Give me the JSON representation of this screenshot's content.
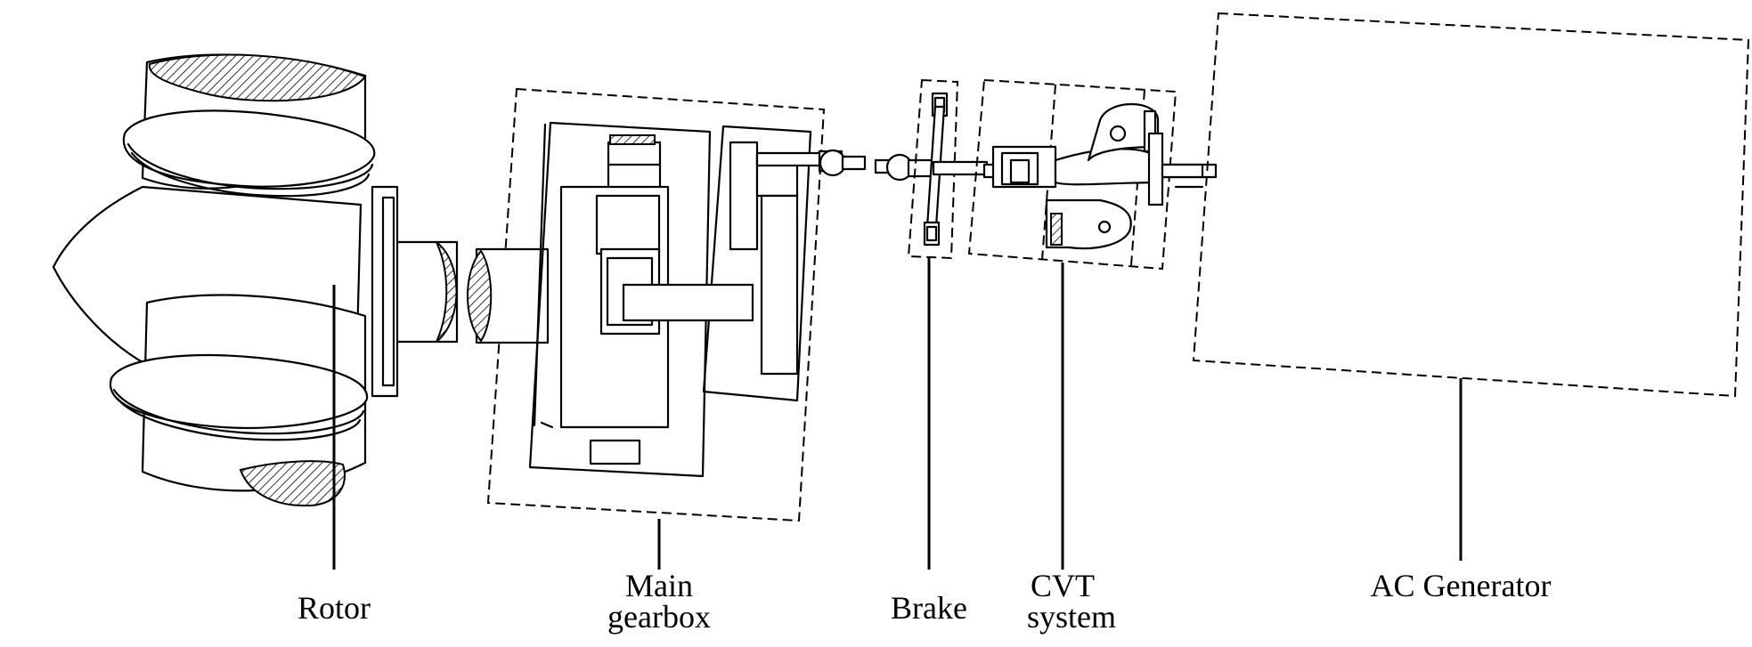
{
  "labels": {
    "rotor": "Rotor",
    "main_gearbox_line1": "Main",
    "main_gearbox_line2": "gearbox",
    "brake": "Brake",
    "cvt_line1": "CVT",
    "cvt_line2": "system",
    "ac_generator": "AC Generator"
  }
}
